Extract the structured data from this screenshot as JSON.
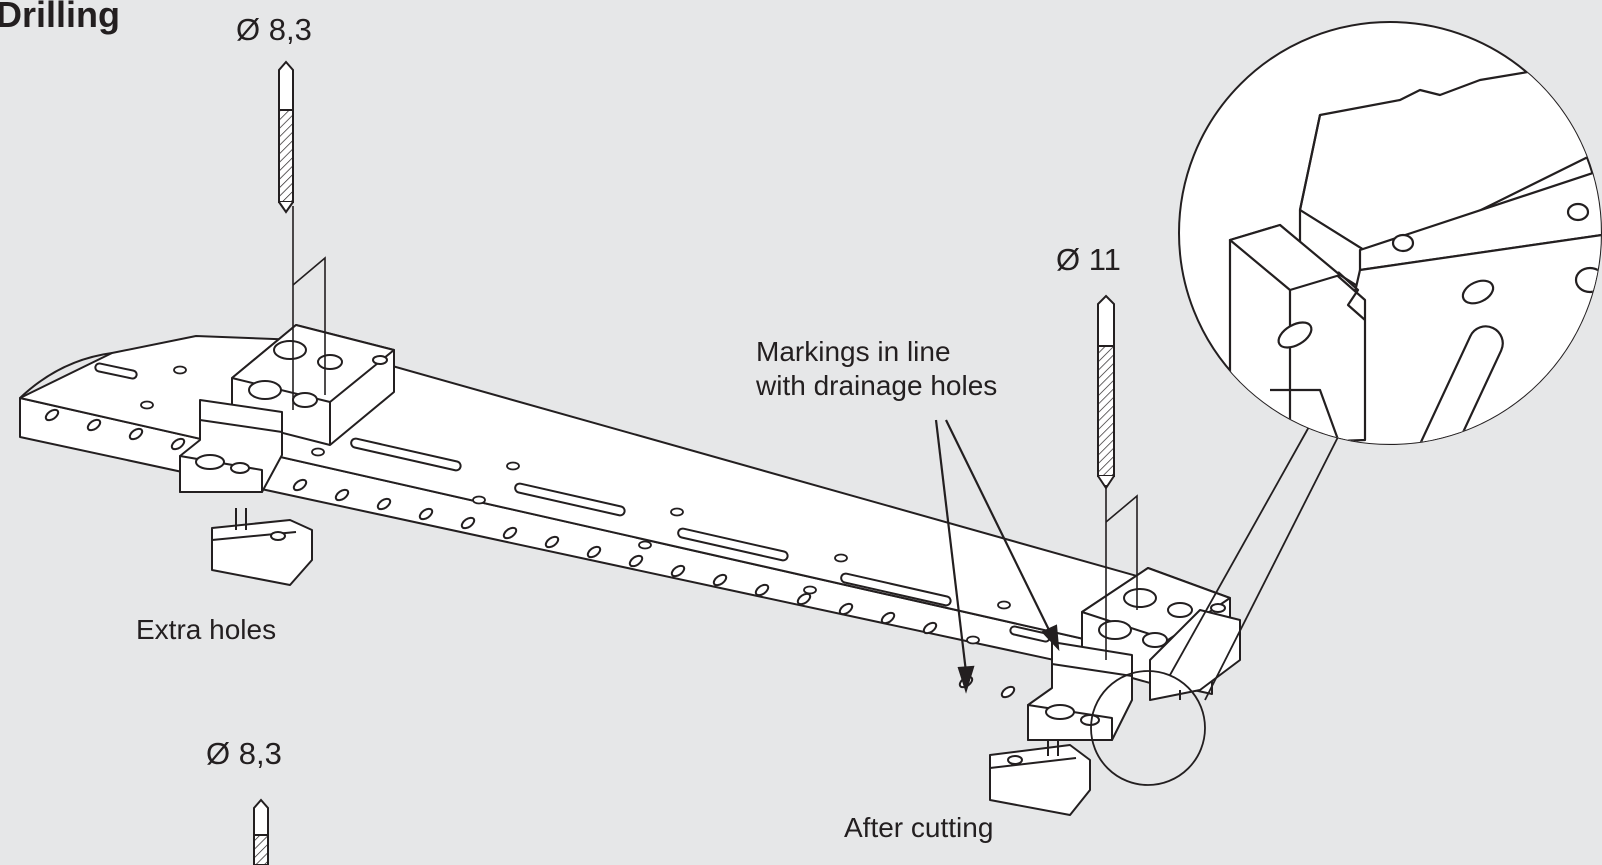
{
  "title": "Drilling",
  "labels": {
    "dia_top_left": "Ø 8,3",
    "dia_right": "Ø 11",
    "dia_bottom_left": "Ø 8,3",
    "markings_line1": "Markings in line",
    "markings_line2": "with drainage holes",
    "extra_holes": "Extra holes",
    "after_cutting": "After cutting"
  },
  "colors": {
    "background": "#e6e7e8",
    "line": "#231f20",
    "part_fill": "#ffffff"
  }
}
